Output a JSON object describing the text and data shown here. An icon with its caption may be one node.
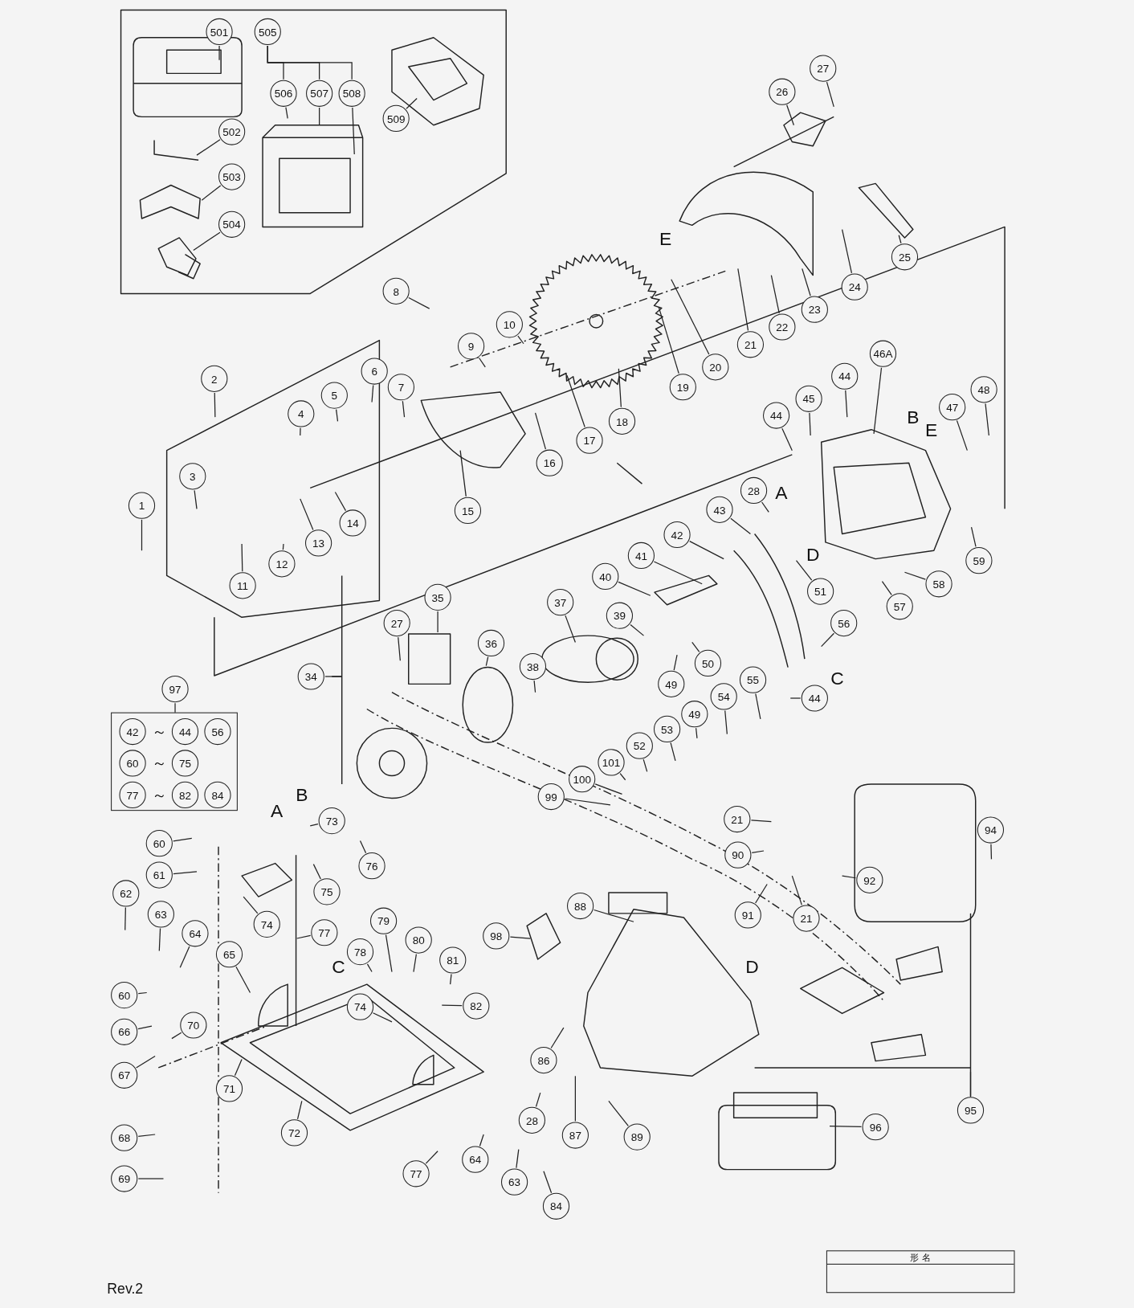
{
  "diagram": {
    "nodes": [
      {
        "text": [
          "501"
        ]
      },
      {
        "text": [
          "505"
        ]
      },
      {
        "text": [
          "506"
        ]
      },
      {
        "text": [
          "507"
        ]
      },
      {
        "text": [
          "508"
        ]
      },
      {
        "text": [
          "509"
        ]
      },
      {
        "text": [
          "502"
        ]
      },
      {
        "text": [
          "503"
        ]
      },
      {
        "text": [
          "504"
        ]
      },
      {
        "text": [
          "27"
        ]
      },
      {
        "text": [
          "26"
        ]
      },
      {
        "text": [
          "25"
        ]
      },
      {
        "text": [
          "24"
        ]
      },
      {
        "text": [
          "23"
        ]
      },
      {
        "text": [
          "22"
        ]
      },
      {
        "text": [
          "21"
        ]
      },
      {
        "text": [
          "20"
        ]
      },
      {
        "text": [
          "19"
        ]
      },
      {
        "text": [
          "18"
        ]
      },
      {
        "text": [
          "17"
        ]
      },
      {
        "text": [
          "16"
        ]
      },
      {
        "text": [
          "15"
        ]
      },
      {
        "text": [
          "8"
        ]
      },
      {
        "text": [
          "10"
        ]
      },
      {
        "text": [
          "9"
        ]
      },
      {
        "text": [
          "7"
        ]
      },
      {
        "text": [
          "6"
        ]
      },
      {
        "text": [
          "5"
        ]
      },
      {
        "text": [
          "4"
        ]
      },
      {
        "text": [
          "2"
        ]
      },
      {
        "text": [
          "3"
        ]
      },
      {
        "text": [
          "1"
        ]
      },
      {
        "text": [
          "14"
        ]
      },
      {
        "text": [
          "13"
        ]
      },
      {
        "text": [
          "12"
        ]
      },
      {
        "text": [
          "11"
        ]
      },
      {
        "text": [
          "46A"
        ]
      },
      {
        "text": [
          "44"
        ]
      },
      {
        "text": [
          "45"
        ]
      },
      {
        "text": [
          "44"
        ]
      },
      {
        "text": [
          "48"
        ]
      },
      {
        "text": [
          "47"
        ]
      },
      {
        "text": [
          "28"
        ]
      },
      {
        "text": [
          "59"
        ]
      },
      {
        "text": [
          "58"
        ]
      },
      {
        "text": [
          "57"
        ]
      },
      {
        "text": [
          "51"
        ]
      },
      {
        "text": [
          "43"
        ]
      },
      {
        "text": [
          "42"
        ]
      },
      {
        "text": [
          "41"
        ]
      },
      {
        "text": [
          "40"
        ]
      },
      {
        "text": [
          "37"
        ]
      },
      {
        "text": [
          "39"
        ]
      },
      {
        "text": [
          "38"
        ]
      },
      {
        "text": [
          "35"
        ]
      },
      {
        "text": [
          "27"
        ]
      },
      {
        "text": [
          "36"
        ]
      },
      {
        "text": [
          "34"
        ]
      },
      {
        "text": [
          "56"
        ]
      },
      {
        "text": [
          "50"
        ]
      },
      {
        "text": [
          "49"
        ]
      },
      {
        "text": [
          "49"
        ]
      },
      {
        "text": [
          "54"
        ]
      },
      {
        "text": [
          "55"
        ]
      },
      {
        "text": [
          "44"
        ]
      },
      {
        "text": [
          "53"
        ]
      },
      {
        "text": [
          "52"
        ]
      },
      {
        "text": [
          "101"
        ]
      },
      {
        "text": [
          "100"
        ]
      },
      {
        "text": [
          "99"
        ]
      },
      {
        "text": [
          "97"
        ]
      },
      {
        "text": [],
        "shape": "box"
      },
      {
        "text": [
          "42"
        ],
        "in": 71
      },
      {
        "text": [
          "44"
        ],
        "in": 71
      },
      {
        "text": [
          "56"
        ],
        "in": 71
      },
      {
        "text": [
          "60"
        ],
        "in": 71
      },
      {
        "text": [
          "75"
        ],
        "in": 71
      },
      {
        "text": [
          "77"
        ],
        "in": 71
      },
      {
        "text": [
          "82"
        ],
        "in": 71
      },
      {
        "text": [
          "84"
        ],
        "in": 71
      },
      {
        "text": [
          "73"
        ]
      },
      {
        "text": [
          "76"
        ]
      },
      {
        "text": [
          "75"
        ]
      },
      {
        "text": [
          "74"
        ]
      },
      {
        "text": [
          "60"
        ]
      },
      {
        "text": [
          "61"
        ]
      },
      {
        "text": [
          "62"
        ]
      },
      {
        "text": [
          "63"
        ]
      },
      {
        "text": [
          "64"
        ]
      },
      {
        "text": [
          "65"
        ]
      },
      {
        "text": [
          "77"
        ]
      },
      {
        "text": [
          "79"
        ]
      },
      {
        "text": [
          "80"
        ]
      },
      {
        "text": [
          "81"
        ]
      },
      {
        "text": [
          "78"
        ]
      },
      {
        "text": [
          "82"
        ]
      },
      {
        "text": [
          "74"
        ]
      },
      {
        "text": [
          "60"
        ]
      },
      {
        "text": [
          "66"
        ]
      },
      {
        "text": [
          "70"
        ]
      },
      {
        "text": [
          "67"
        ]
      },
      {
        "text": [
          "71"
        ]
      },
      {
        "text": [
          "72"
        ]
      },
      {
        "text": [
          "68"
        ]
      },
      {
        "text": [
          "69"
        ]
      },
      {
        "text": [
          "77"
        ]
      },
      {
        "text": [
          "64"
        ]
      },
      {
        "text": [
          "63"
        ]
      },
      {
        "text": [
          "84"
        ]
      },
      {
        "text": [
          "88"
        ]
      },
      {
        "text": [
          "98"
        ]
      },
      {
        "text": [
          "90"
        ]
      },
      {
        "text": [
          "21"
        ]
      },
      {
        "text": [
          "91"
        ]
      },
      {
        "text": [
          "21"
        ]
      },
      {
        "text": [
          "92"
        ]
      },
      {
        "text": [
          "94"
        ]
      },
      {
        "text": [
          "95"
        ]
      },
      {
        "text": [
          "96"
        ]
      },
      {
        "text": [
          "86"
        ]
      },
      {
        "text": [
          "28"
        ]
      },
      {
        "text": [
          "87"
        ]
      },
      {
        "text": [
          "89"
        ]
      },
      {
        "text": [
          "形 名"
        ]
      }
    ],
    "edges": [
      {
        "from": 0,
        "to": null,
        "arrow": "none"
      },
      {
        "from": 1,
        "to": 2,
        "arrow": "none"
      },
      {
        "from": 1,
        "to": 3,
        "arrow": "none"
      },
      {
        "from": 1,
        "to": 4,
        "arrow": "none"
      },
      {
        "from": 2,
        "to": null,
        "arrow": "none"
      },
      {
        "from": 3,
        "to": null,
        "arrow": "none"
      },
      {
        "from": 4,
        "to": null,
        "arrow": "none"
      },
      {
        "from": 5,
        "to": null,
        "arrow": "none"
      },
      {
        "from": 6,
        "to": null,
        "arrow": "none"
      },
      {
        "from": 7,
        "to": null,
        "arrow": "none"
      },
      {
        "from": 8,
        "to": null,
        "arrow": "none"
      },
      {
        "from": 9,
        "to": null,
        "arrow": "none"
      },
      {
        "from": 10,
        "to": null,
        "arrow": "none"
      },
      {
        "from": 11,
        "to": null,
        "arrow": "none"
      },
      {
        "from": 12,
        "to": null,
        "arrow": "none"
      },
      {
        "from": 13,
        "to": null,
        "arrow": "none"
      },
      {
        "from": 14,
        "to": null,
        "arrow": "none"
      },
      {
        "from": 15,
        "to": null,
        "arrow": "none"
      },
      {
        "from": 16,
        "to": null,
        "arrow": "none"
      },
      {
        "from": 17,
        "to": null,
        "arrow": "none"
      },
      {
        "from": 18,
        "to": null,
        "arrow": "none"
      },
      {
        "from": 19,
        "to": null,
        "arrow": "none"
      },
      {
        "from": 20,
        "to": null,
        "arrow": "none"
      },
      {
        "from": 21,
        "to": null,
        "arrow": "none"
      },
      {
        "from": 22,
        "to": null,
        "arrow": "none"
      },
      {
        "from": 23,
        "to": null,
        "arrow": "none"
      },
      {
        "from": 24,
        "to": null,
        "arrow": "none"
      },
      {
        "from": 25,
        "to": null,
        "arrow": "none"
      },
      {
        "from": 26,
        "to": null,
        "arrow": "none"
      },
      {
        "from": 27,
        "to": null,
        "arrow": "none"
      },
      {
        "from": 28,
        "to": null,
        "arrow": "none"
      },
      {
        "from": 29,
        "to": null,
        "arrow": "none"
      },
      {
        "from": 30,
        "to": null,
        "arrow": "none"
      },
      {
        "from": 31,
        "to": null,
        "arrow": "none"
      },
      {
        "from": 32,
        "to": null,
        "arrow": "none"
      },
      {
        "from": 33,
        "to": null,
        "arrow": "none"
      },
      {
        "from": 34,
        "to": null,
        "arrow": "none"
      },
      {
        "from": 35,
        "to": null,
        "arrow": "none"
      },
      {
        "from": 36,
        "to": null,
        "arrow": "none"
      },
      {
        "from": 37,
        "to": null,
        "arrow": "none"
      },
      {
        "from": 38,
        "to": null,
        "arrow": "none"
      },
      {
        "from": 39,
        "to": null,
        "arrow": "none"
      },
      {
        "from": 40,
        "to": null,
        "arrow": "none"
      },
      {
        "from": 41,
        "to": null,
        "arrow": "none"
      },
      {
        "from": 42,
        "to": null,
        "arrow": "none"
      },
      {
        "from": 43,
        "to": null,
        "arrow": "none"
      },
      {
        "from": 44,
        "to": null,
        "arrow": "none"
      },
      {
        "from": 45,
        "to": null,
        "arrow": "none"
      },
      {
        "from": 46,
        "to": null,
        "arrow": "none"
      },
      {
        "from": 47,
        "to": null,
        "arrow": "none"
      },
      {
        "from": 48,
        "to": null,
        "arrow": "none"
      },
      {
        "from": 49,
        "to": null,
        "arrow": "none"
      },
      {
        "from": 50,
        "to": null,
        "arrow": "none"
      },
      {
        "from": 51,
        "to": null,
        "arrow": "none"
      },
      {
        "from": 52,
        "to": null,
        "arrow": "none"
      },
      {
        "from": 53,
        "to": null,
        "arrow": "none"
      },
      {
        "from": 54,
        "to": null,
        "arrow": "none"
      },
      {
        "from": 55,
        "to": null,
        "arrow": "none"
      },
      {
        "from": 56,
        "to": null,
        "arrow": "none"
      },
      {
        "from": 57,
        "to": null,
        "arrow": "none"
      },
      {
        "from": 58,
        "to": null,
        "arrow": "none"
      },
      {
        "from": 59,
        "to": null,
        "arrow": "none"
      },
      {
        "from": 60,
        "to": null,
        "arrow": "none"
      },
      {
        "from": 61,
        "to": null,
        "arrow": "none"
      },
      {
        "from": 62,
        "to": null,
        "arrow": "none"
      },
      {
        "from": 63,
        "to": null,
        "arrow": "none"
      },
      {
        "from": 64,
        "to": null,
        "arrow": "none"
      },
      {
        "from": 65,
        "to": null,
        "arrow": "none"
      },
      {
        "from": 66,
        "to": null,
        "arrow": "none"
      },
      {
        "from": 67,
        "to": null,
        "arrow": "none"
      },
      {
        "from": 68,
        "to": null,
        "arrow": "none"
      },
      {
        "from": 69,
        "to": null,
        "arrow": "none"
      },
      {
        "from": 70,
        "to": 71,
        "arrow": "none"
      },
      {
        "from": 80,
        "to": null,
        "arrow": "none"
      },
      {
        "from": 81,
        "to": null,
        "arrow": "none"
      },
      {
        "from": 82,
        "to": null,
        "arrow": "none"
      },
      {
        "from": 83,
        "to": null,
        "arrow": "none"
      },
      {
        "from": 84,
        "to": null,
        "arrow": "none"
      },
      {
        "from": 85,
        "to": null,
        "arrow": "none"
      },
      {
        "from": 86,
        "to": null,
        "arrow": "none"
      },
      {
        "from": 87,
        "to": null,
        "arrow": "none"
      },
      {
        "from": 88,
        "to": null,
        "arrow": "none"
      },
      {
        "from": 89,
        "to": null,
        "arrow": "none"
      },
      {
        "from": 90,
        "to": null,
        "arrow": "none"
      },
      {
        "from": 91,
        "to": null,
        "arrow": "none"
      },
      {
        "from": 92,
        "to": null,
        "arrow": "none"
      },
      {
        "from": 93,
        "to": null,
        "arrow": "none"
      },
      {
        "from": 94,
        "to": null,
        "arrow": "none"
      },
      {
        "from": 95,
        "to": null,
        "arrow": "none"
      },
      {
        "from": 96,
        "to": null,
        "arrow": "none"
      },
      {
        "from": 97,
        "to": null,
        "arrow": "none"
      },
      {
        "from": 98,
        "to": null,
        "arrow": "none"
      },
      {
        "from": 99,
        "to": null,
        "arrow": "none"
      },
      {
        "from": 100,
        "to": null,
        "arrow": "none"
      },
      {
        "from": 101,
        "to": null,
        "arrow": "none"
      },
      {
        "from": 102,
        "to": null,
        "arrow": "none"
      },
      {
        "from": 103,
        "to": null,
        "arrow": "none"
      },
      {
        "from": 104,
        "to": null,
        "arrow": "none"
      },
      {
        "from": 105,
        "to": null,
        "arrow": "none"
      },
      {
        "from": 106,
        "to": null,
        "arrow": "none"
      },
      {
        "from": 107,
        "to": null,
        "arrow": "none"
      },
      {
        "from": 108,
        "to": null,
        "arrow": "none"
      },
      {
        "from": 109,
        "to": null,
        "arrow": "none"
      },
      {
        "from": 110,
        "to": null,
        "arrow": "none"
      },
      {
        "from": 111,
        "to": null,
        "arrow": "none"
      },
      {
        "from": 112,
        "to": null,
        "arrow": "none"
      },
      {
        "from": 113,
        "to": null,
        "arrow": "none"
      },
      {
        "from": 114,
        "to": null,
        "arrow": "none"
      },
      {
        "from": 115,
        "to": null,
        "arrow": "none"
      },
      {
        "from": 116,
        "to": null,
        "arrow": "none"
      },
      {
        "from": 117,
        "to": null,
        "arrow": "none"
      },
      {
        "from": 118,
        "to": null,
        "arrow": "none"
      },
      {
        "from": 119,
        "to": null,
        "arrow": "none"
      },
      {
        "from": 120,
        "to": null,
        "arrow": "none"
      },
      {
        "from": 121,
        "to": null,
        "arrow": "none"
      },
      {
        "from": 122,
        "to": null,
        "arrow": "none"
      }
    ],
    "labels": [
      "E",
      "B",
      "E",
      "A",
      "D",
      "C",
      "A",
      "B",
      "C",
      "D",
      "～",
      "～",
      "～",
      "Rev.2"
    ]
  }
}
